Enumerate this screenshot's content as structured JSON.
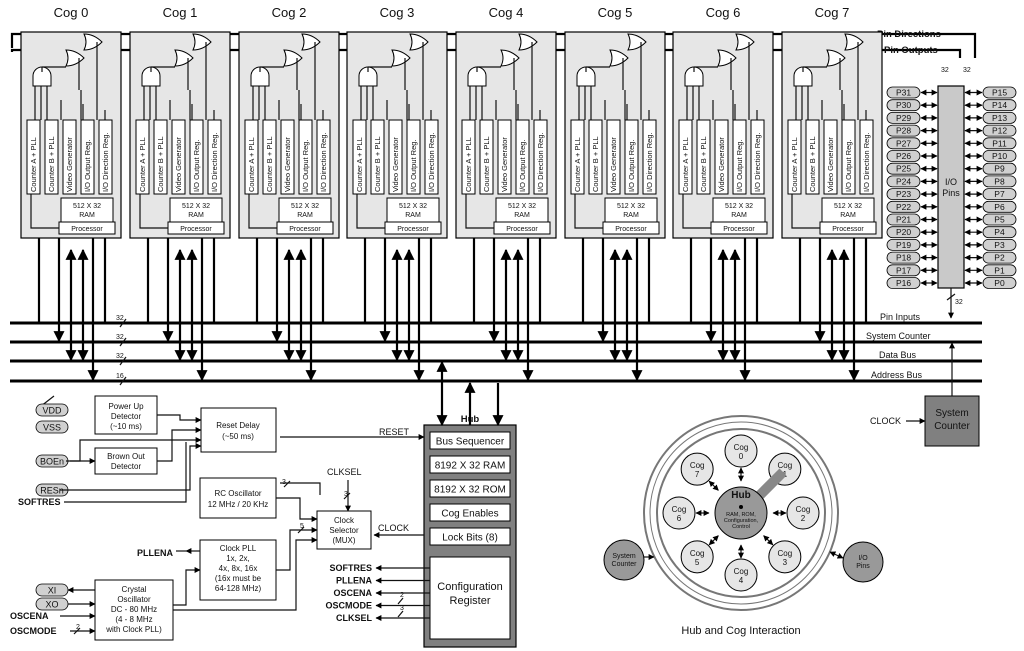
{
  "cogs": [
    {
      "name": "Cog 0"
    },
    {
      "name": "Cog 1"
    },
    {
      "name": "Cog 2"
    },
    {
      "name": "Cog 3"
    },
    {
      "name": "Cog 4"
    },
    {
      "name": "Cog 5"
    },
    {
      "name": "Cog 6"
    },
    {
      "name": "Cog 7"
    }
  ],
  "cog_blocks": {
    "counter_a": "Counter A + PLL",
    "counter_b": "Counter B + PLL",
    "video": "Video Generator",
    "io_out": "I/O Output Reg.",
    "io_dir": "I/O Direction Reg.",
    "ram_line1": "512 X 32",
    "ram_line2": "RAM",
    "processor": "Processor"
  },
  "top_labels": {
    "pin_directions": "Pin Directions",
    "pin_outputs": "Pin Outputs",
    "w32a": "32",
    "w32b": "32"
  },
  "io_pins": {
    "label_line1": "I/O",
    "label_line2": "Pins",
    "left": [
      "P31",
      "P30",
      "P29",
      "P28",
      "P27",
      "P26",
      "P25",
      "P24",
      "P23",
      "P22",
      "P21",
      "P20",
      "P19",
      "P18",
      "P17",
      "P16"
    ],
    "right": [
      "P15",
      "P14",
      "P13",
      "P12",
      "P11",
      "P10",
      "P9",
      "P8",
      "P7",
      "P6",
      "P5",
      "P4",
      "P3",
      "P2",
      "P1",
      "P0"
    ],
    "bottom_width": "32"
  },
  "buses": {
    "pin_inputs": "Pin Inputs",
    "system_counter": "System Counter",
    "data_bus": "Data Bus",
    "address_bus": "Address Bus",
    "w32_1": "32",
    "w32_2": "32",
    "w32_3": "32",
    "w16": "16"
  },
  "left_pins": {
    "vdd": "VDD",
    "vss": "VSS",
    "boen": "BOEn",
    "resn": "RESn",
    "softres": "SOFTRES",
    "pllena": "PLLENA",
    "xi": "XI",
    "xo": "XO",
    "oscena": "OSCENA",
    "oscmode": "OSCMODE",
    "oscmode_w": "2"
  },
  "blocks": {
    "power_up": [
      "Power Up",
      "Detector",
      "(~10 ms)"
    ],
    "brown_out": [
      "Brown Out",
      "Detector"
    ],
    "reset_delay": [
      "Reset Delay",
      "(~50 ms)"
    ],
    "rc_osc": [
      "RC Oscillator",
      "12 MHz / 20 KHz"
    ],
    "clock_pll": [
      "Clock PLL",
      "1x, 2x,",
      "4x, 8x, 16x",
      "(16x must be",
      "64-128 MHz)"
    ],
    "crystal": [
      "Crystal",
      "Oscillator",
      "DC - 80 MHz",
      "(4 - 8 MHz",
      "with Clock PLL)"
    ],
    "clock_selector": [
      "Clock",
      "Selector",
      "(MUX)"
    ]
  },
  "signals": {
    "reset": "RESET",
    "clksel": "CLKSEL",
    "clock": "CLOCK",
    "w3": "3",
    "w5": "5"
  },
  "hub": {
    "title": "Hub",
    "rows": [
      "Bus Sequencer",
      "8192 X 32 RAM",
      "8192 X 32 ROM",
      "Cog Enables",
      "Lock Bits (8)"
    ],
    "config": [
      "Configuration",
      "Register"
    ],
    "outputs": [
      "SOFTRES",
      "PLLENA",
      "OSCENA",
      "OSCMODE",
      "CLKSEL"
    ],
    "out_w2": "2",
    "out_w3": "3"
  },
  "system_counter_block": {
    "lines": [
      "System",
      "Counter"
    ],
    "clock_in": "CLOCK"
  },
  "wheel": {
    "caption": "Hub and Cog Interaction",
    "hub_title": "Hub",
    "hub_sub": [
      "RAM, ROM,",
      "Configuration,",
      "Control"
    ],
    "cogs": [
      {
        "l1": "Cog",
        "l2": "0"
      },
      {
        "l1": "Cog",
        "l2": "1"
      },
      {
        "l1": "Cog",
        "l2": "2"
      },
      {
        "l1": "Cog",
        "l2": "3"
      },
      {
        "l1": "Cog",
        "l2": "4"
      },
      {
        "l1": "Cog",
        "l2": "5"
      },
      {
        "l1": "Cog",
        "l2": "6"
      },
      {
        "l1": "Cog",
        "l2": "7"
      }
    ],
    "system_counter": [
      "System",
      "Counter"
    ],
    "io_pins": [
      "I/O",
      "Pins"
    ]
  }
}
